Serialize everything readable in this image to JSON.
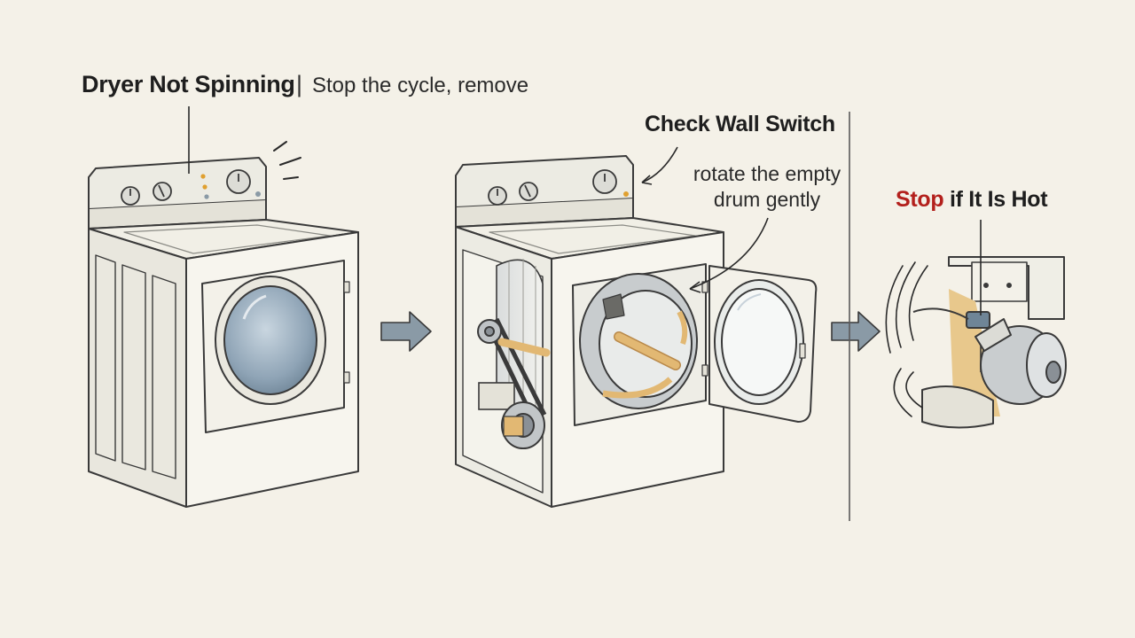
{
  "title": {
    "main": "Dryer Not Spinning",
    "separator": "|",
    "subtitle": "Stop the cycle, remove"
  },
  "callouts": {
    "wall_switch": "Check Wall Switch",
    "rotate_drum_line1": "rotate the empty",
    "rotate_drum_line2": "drum gently",
    "hot_warning_accent": "Stop",
    "hot_warning_rest": " if It Is Hot"
  },
  "colors": {
    "background": "#f4f1e8",
    "line": "#3a3a3a",
    "appliance_fill": "#f7f5ee",
    "glass": "#8fa4b6",
    "arrow": "#8a9aa6",
    "warm_accent": "#e2b873",
    "warning_red": "#b3201c",
    "indicator_orange": "#e0a030"
  },
  "icons": {
    "step_arrow_1": "right-arrow-icon",
    "step_arrow_2": "right-arrow-icon",
    "vibration_marks": "vibration-lines-icon",
    "heat_waves": "heat-waves-icon"
  }
}
